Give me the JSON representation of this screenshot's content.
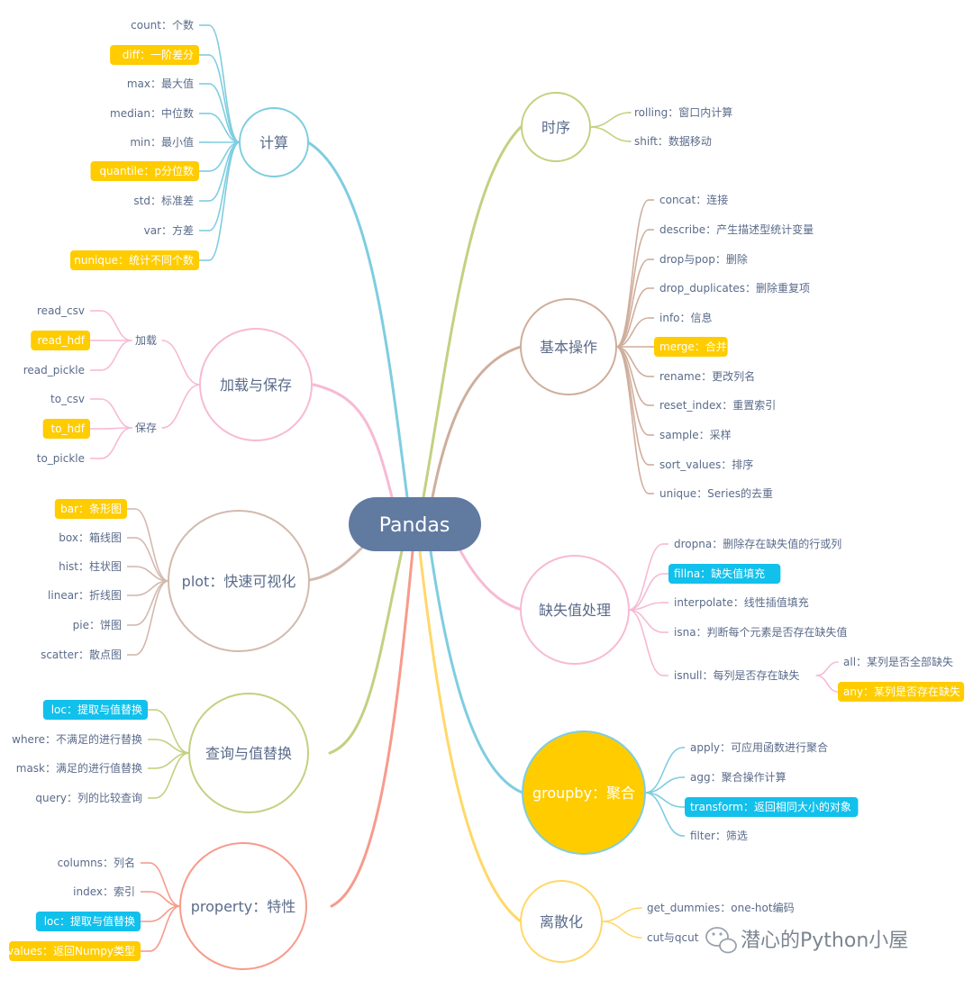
{
  "root": {
    "label": "Pandas",
    "color": "#617aa0"
  },
  "colors": {
    "blue": "#7fcde0",
    "green": "#c2d181",
    "brown": "#cfae9c",
    "pink": "#f7bad4",
    "tan": "#d3b9ae",
    "red": "#f79b8c",
    "yellow": "#ffd86a",
    "highlight_yellow": "#ffcc00",
    "highlight_cyan": "#12c0ec"
  },
  "branches": [
    {
      "id": "calc",
      "label": "计算",
      "items": [
        {
          "label": "count：个数"
        },
        {
          "label": "diff：一阶差分",
          "highlight": "yellow"
        },
        {
          "label": "max：最大值"
        },
        {
          "label": "median：中位数"
        },
        {
          "label": "min：最小值"
        },
        {
          "label": "quantile：p分位数",
          "highlight": "yellow"
        },
        {
          "label": "std：标准差"
        },
        {
          "label": "var：方差"
        },
        {
          "label": "nunique：统计不同个数",
          "highlight": "yellow"
        }
      ]
    },
    {
      "id": "load",
      "label": "加载与保存",
      "groups": [
        {
          "label": "加载",
          "items": [
            {
              "label": "read_csv"
            },
            {
              "label": "read_hdf",
              "highlight": "yellow"
            },
            {
              "label": "read_pickle"
            }
          ]
        },
        {
          "label": "保存",
          "items": [
            {
              "label": "to_csv"
            },
            {
              "label": "to_hdf",
              "highlight": "yellow"
            },
            {
              "label": "to_pickle"
            }
          ]
        }
      ]
    },
    {
      "id": "plot",
      "label": "plot：快速可视化",
      "items": [
        {
          "label": "bar：条形图",
          "highlight": "yellow"
        },
        {
          "label": "box：箱线图"
        },
        {
          "label": "hist：柱状图"
        },
        {
          "label": "linear：折线图"
        },
        {
          "label": "pie：饼图"
        },
        {
          "label": "scatter：散点图"
        }
      ]
    },
    {
      "id": "query",
      "label": "查询与值替换",
      "items": [
        {
          "label": "loc：提取与值替换",
          "highlight": "cyan"
        },
        {
          "label": "where：不满足的进行替换"
        },
        {
          "label": "mask：满足的进行值替换"
        },
        {
          "label": "query：列的比较查询"
        }
      ]
    },
    {
      "id": "prop",
      "label": "property：特性",
      "items": [
        {
          "label": "columns：列名"
        },
        {
          "label": "index：索引"
        },
        {
          "label": "loc：提取与值替换",
          "highlight": "cyan"
        },
        {
          "label": "values：返回Numpy类型",
          "highlight": "yellow"
        }
      ]
    },
    {
      "id": "time",
      "label": "时序",
      "items": [
        {
          "label": "rolling：窗口内计算"
        },
        {
          "label": "shift：数据移动"
        }
      ]
    },
    {
      "id": "basic",
      "label": "基本操作",
      "items": [
        {
          "label": "concat：连接"
        },
        {
          "label": "describe：产生描述型统计变量"
        },
        {
          "label": "drop与pop：删除"
        },
        {
          "label": "drop_duplicates：删除重复项"
        },
        {
          "label": "info：信息"
        },
        {
          "label": "merge：合并",
          "highlight": "yellow"
        },
        {
          "label": "rename：更改列名"
        },
        {
          "label": "reset_index：重置索引"
        },
        {
          "label": "sample：采样"
        },
        {
          "label": "sort_values：排序"
        },
        {
          "label": "unique：Series的去重"
        }
      ]
    },
    {
      "id": "missing",
      "label": "缺失值处理",
      "items": [
        {
          "label": "dropna：删除存在缺失值的行或列"
        },
        {
          "label": "fillna：缺失值填充",
          "highlight": "cyan"
        },
        {
          "label": "interpolate：线性插值填充"
        },
        {
          "label": "isna：判断每个元素是否存在缺失值"
        },
        {
          "label": "isnull：每列是否存在缺失",
          "children": [
            {
              "label": "all：某列是否全部缺失"
            },
            {
              "label": "any：某列是否存在缺失",
              "highlight": "yellow"
            }
          ]
        }
      ]
    },
    {
      "id": "groupby",
      "label": "groupby：聚合",
      "items": [
        {
          "label": "apply：可应用函数进行聚合"
        },
        {
          "label": "agg：聚合操作计算"
        },
        {
          "label": "transform：返回相同大小的对象",
          "highlight": "cyan"
        },
        {
          "label": "filter：筛选"
        }
      ]
    },
    {
      "id": "discrete",
      "label": "离散化",
      "items": [
        {
          "label": "get_dummies：one-hot编码"
        },
        {
          "label": "cut与qcut"
        }
      ]
    }
  ],
  "watermark": {
    "text": "潜心的Python小屋",
    "icon": "wechat-icon"
  }
}
